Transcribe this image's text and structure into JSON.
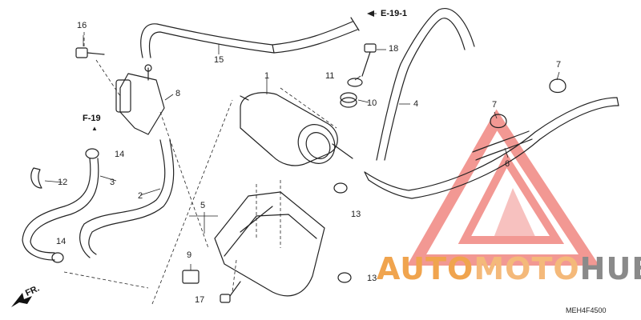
{
  "labels": {
    "p1": "1",
    "p2": "2",
    "p3": "3",
    "p4": "4",
    "p5": "5",
    "p6": "6",
    "p7a": "7",
    "p7b": "7",
    "p8": "8",
    "p9": "9",
    "p10": "10",
    "p11": "11",
    "p12": "12",
    "p13a": "13",
    "p13b": "13",
    "p14a": "14",
    "p14b": "14",
    "p15": "15",
    "p16": "16",
    "p17": "17",
    "p18": "18"
  },
  "refs": {
    "e19": "E-19-1",
    "f19": "F-19",
    "fr": "FR."
  },
  "watermark": {
    "auto": "AUTO",
    "moto": "MOTO",
    "hub": "HUB",
    "triangle_color": "#e8453c"
  },
  "code": "MEH4F4500",
  "colors": {
    "line": "#222222",
    "accent": "#e8453c"
  }
}
